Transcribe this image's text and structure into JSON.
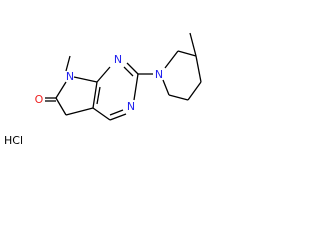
{
  "molecule": {
    "atoms": {
      "n_methyl": "N",
      "o_carbonyl": "O",
      "n_pyrimidine_top": "N",
      "n_pyrimidine_bottom": "N",
      "n_piperidine": "N"
    },
    "salt": "HCl"
  },
  "colors": {
    "bond": "#000000",
    "nitrogen": "#2222ee",
    "oxygen": "#ee2222",
    "text": "#000000"
  }
}
